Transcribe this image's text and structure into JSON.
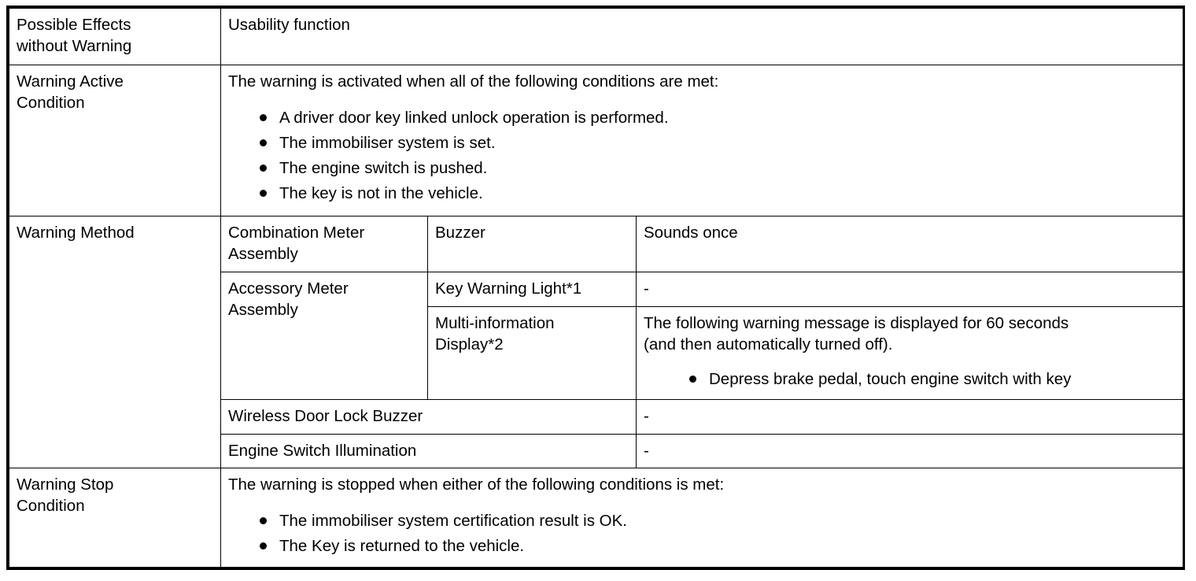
{
  "document": {
    "type": "specification-table",
    "title_not_shown": "",
    "border_color": "#000000",
    "background_color": "#ffffff",
    "text_color": "#000000"
  },
  "table": {
    "rows": {
      "possible_effects": {
        "label": "Possible Effects\nwithout Warning",
        "value": "Usability function"
      },
      "warning_active_condition": {
        "label": "Warning Active\nCondition",
        "intro": "The warning is activated when all of the following conditions are met:",
        "bullets": [
          "A driver door key linked unlock operation is performed.",
          "The immobiliser system is set.",
          "The engine switch is pushed.",
          "The key is not in the vehicle."
        ]
      },
      "warning_method": {
        "label": "Warning Method",
        "items": [
          {
            "component": "Combination Meter\nAssembly",
            "device": "Buzzer",
            "value": "Sounds once"
          },
          {
            "component": "Accessory Meter\nAssembly",
            "device": "Key Warning Light*1",
            "value": "-"
          },
          {
            "component": "",
            "device": "Multi-information\nDisplay*2",
            "value": "The following warning message is displayed for 60 seconds\n(and then automatically turned off).",
            "bullets": [
              "Depress brake pedal, touch engine switch with key"
            ]
          },
          {
            "component": "Wireless Door Lock Buzzer",
            "device": "",
            "value": "-"
          },
          {
            "component": "Engine Switch Illumination",
            "device": "",
            "value": "-"
          }
        ]
      },
      "warning_stop_condition": {
        "label": "Warning Stop\nCondition",
        "intro": "The warning is stopped when either of the following conditions is met:",
        "bullets": [
          "The immobiliser system certification result is OK.",
          "The Key is returned to the vehicle."
        ]
      }
    }
  }
}
